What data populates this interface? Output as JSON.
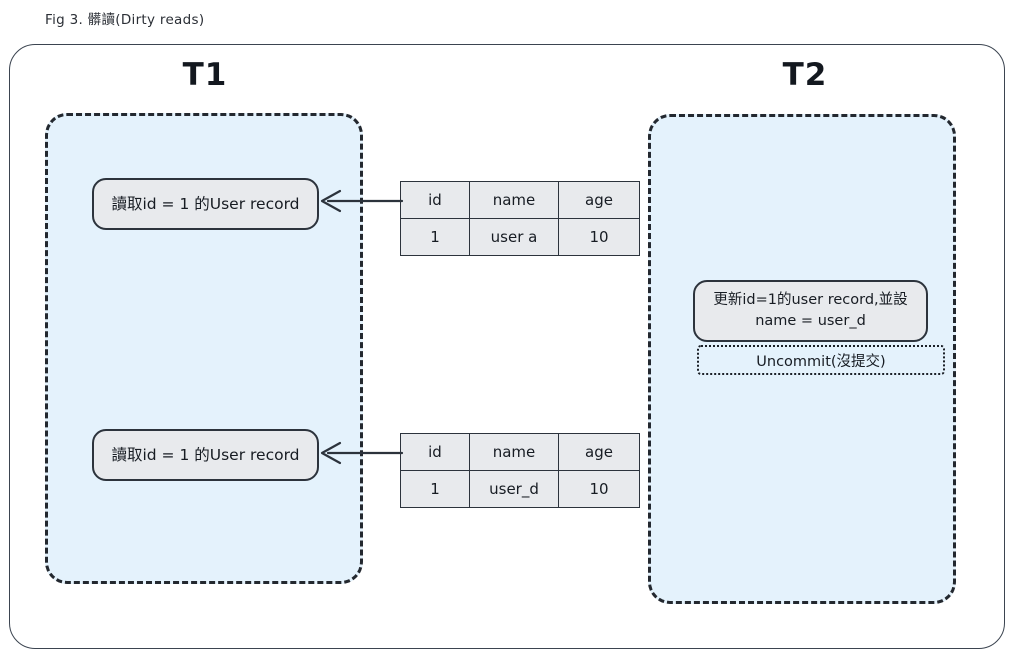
{
  "figure": {
    "caption": "Fig 3. 髒讀(Dirty reads)"
  },
  "transactions": [
    {
      "id": "t1",
      "title": "T1",
      "statements": [
        {
          "name": "read-1",
          "text": "讀取id = 1 的User record"
        },
        {
          "name": "read-2",
          "text": "讀取id = 1 的User record"
        }
      ]
    },
    {
      "id": "t2",
      "title": "T2",
      "statements": [
        {
          "name": "update",
          "line1": "更新id=1的user record,並設",
          "line2": "name = user_d"
        }
      ],
      "status_badge": "Uncommit(沒提交)"
    }
  ],
  "tables": [
    {
      "name": "record-table-before",
      "headers": [
        "id",
        "name",
        "age"
      ],
      "rows": [
        [
          "1",
          "user a",
          "10"
        ]
      ]
    },
    {
      "name": "record-table-after",
      "headers": [
        "id",
        "name",
        "age"
      ],
      "rows": [
        [
          "1",
          "user_d",
          "10"
        ]
      ]
    }
  ],
  "arrows": [
    {
      "name": "arrow-read-1",
      "direction": "left"
    },
    {
      "name": "arrow-read-2",
      "direction": "left"
    }
  ],
  "colors": {
    "lane_fill": "#e4f2fc",
    "lane_border": "#23282f",
    "box_fill": "#e8eaed",
    "box_border": "#2c333c",
    "text": "#171c23",
    "frame_border": "#3b4450"
  }
}
